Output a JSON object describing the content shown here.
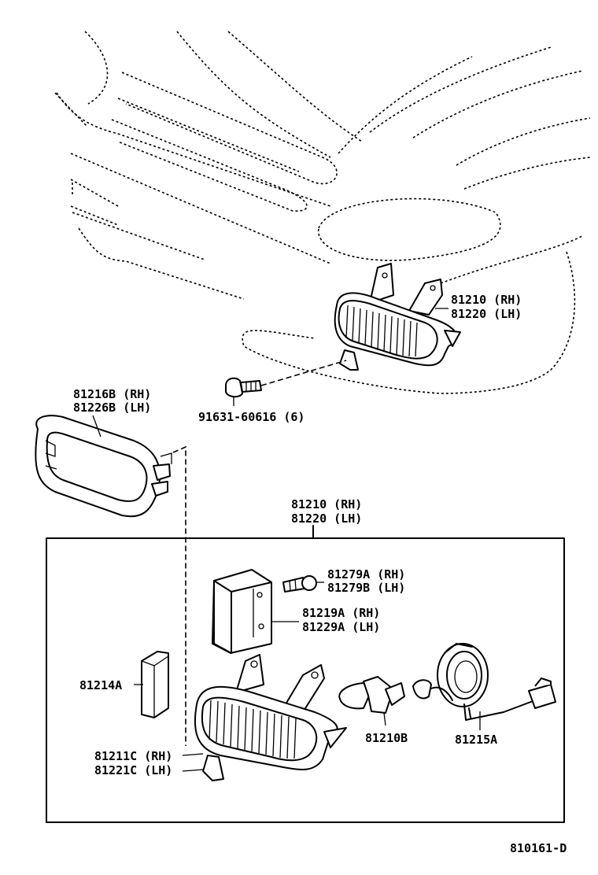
{
  "labels": {
    "fog_lamp_assy_top": [
      "81210 (RH)",
      "81220 (LH)"
    ],
    "bezel": [
      "81216B (RH)",
      "81226B (LH)"
    ],
    "screw": [
      "91631-60616 (6)"
    ],
    "fog_lamp_assy_box": [
      "81210 (RH)",
      "81220 (LH)"
    ],
    "screw_small": [
      "81279A (RH)",
      "81279B (LH)"
    ],
    "bracket": [
      "81219A (RH)",
      "81229A (LH)"
    ],
    "cover": [
      "81214A"
    ],
    "lens_housing": [
      "81211C (RH)",
      "81221C (LH)"
    ],
    "bulb": [
      "81210B"
    ],
    "socket": [
      "81215A"
    ],
    "diagram_id": [
      "810161-D"
    ]
  }
}
